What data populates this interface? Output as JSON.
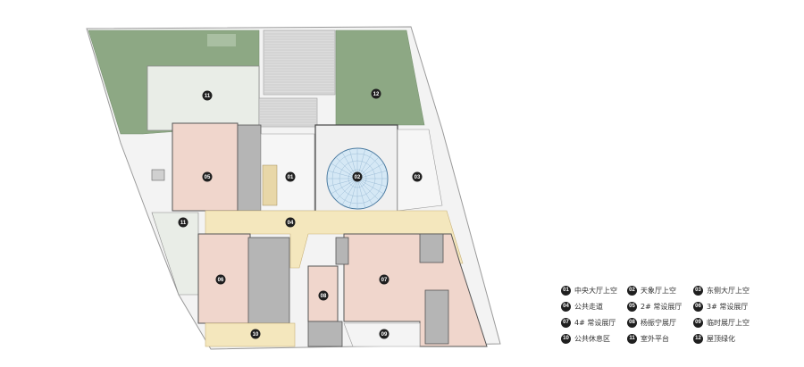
{
  "legend": [
    {
      "num": "01",
      "label": "中央大厅上空"
    },
    {
      "num": "02",
      "label": "天象厅上空"
    },
    {
      "num": "03",
      "label": "东侧大厅上空"
    },
    {
      "num": "04",
      "label": "公共走道"
    },
    {
      "num": "05",
      "label": "2# 常设展厅"
    },
    {
      "num": "06",
      "label": "3# 常设展厅"
    },
    {
      "num": "07",
      "label": "4# 常设展厅"
    },
    {
      "num": "08",
      "label": "杨振宁展厅"
    },
    {
      "num": "09",
      "label": "临时展厅上空"
    },
    {
      "num": "10",
      "label": "公共休息区"
    },
    {
      "num": "11",
      "label": "室外平台"
    },
    {
      "num": "12",
      "label": "屋顶绿化"
    }
  ],
  "tags": {
    "t11a": "11",
    "t12": "12",
    "t05": "05",
    "t01": "01",
    "t02": "02",
    "t03": "03",
    "t11b": "11",
    "t04": "04",
    "t06": "06",
    "t08": "08",
    "t07": "07",
    "t10": "10",
    "t09": "09"
  },
  "colors": {
    "green_roof": "#8da884",
    "terrace": "#e9ede7",
    "exhibit": "#f0d6cc",
    "corridor": "#f4e7bd",
    "core": "#b5b5b5",
    "badge": "#1f1f1f"
  }
}
